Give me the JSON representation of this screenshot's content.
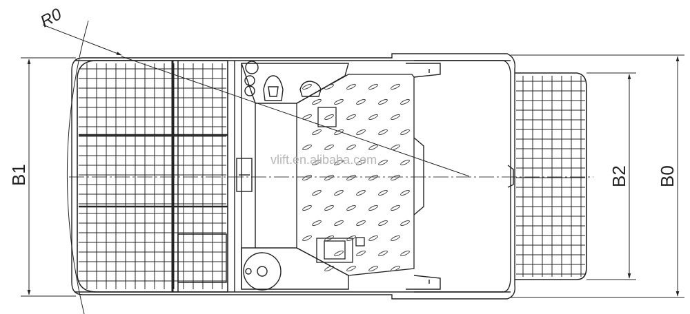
{
  "dimensions": {
    "r0": "R0",
    "b1": "B1",
    "b2": "B2",
    "b0": "B0"
  },
  "watermark": "vlift.en.alibaba.com"
}
